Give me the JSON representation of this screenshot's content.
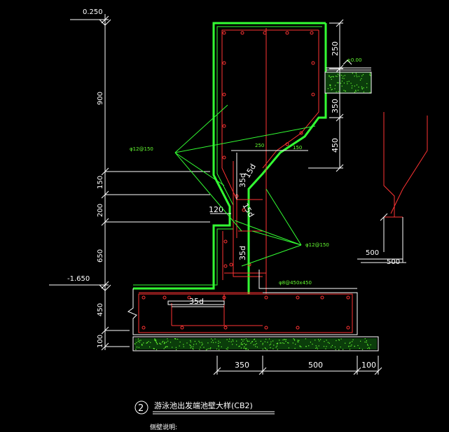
{
  "colors": {
    "background": "#000000",
    "outline": "#33ff33",
    "rebar": "#ff3333",
    "dimension": "#ffffff",
    "leader": "#33ff33",
    "hatch": "#66ff33"
  },
  "elevations": {
    "top": "0.250",
    "bottom": "-1.650",
    "ground": "±0.00"
  },
  "left_dims": [
    "900",
    "150",
    "200",
    "650",
    "450",
    "100"
  ],
  "right_dims": [
    "250",
    "350",
    "450"
  ],
  "bottom_dims": [
    "350",
    "500",
    "100"
  ],
  "inner_dims": {
    "anchor_upper": "35d",
    "anchor_diag": "15d",
    "anchor_mid": "15d",
    "anchor_lower": "35d",
    "anchor_base": "35d",
    "thickness": "120",
    "small_a": "250",
    "small_b": "150"
  },
  "rebar_labels": {
    "left": "φ12@150",
    "right": "φ12@150",
    "base": "φ8@450x450"
  },
  "mini_detail": {
    "dim_a": "500",
    "dim_b": "500"
  },
  "title": {
    "number": "2",
    "text": "游泳池出发端池壁大样(CB2)"
  },
  "note": "侧壁说明:"
}
